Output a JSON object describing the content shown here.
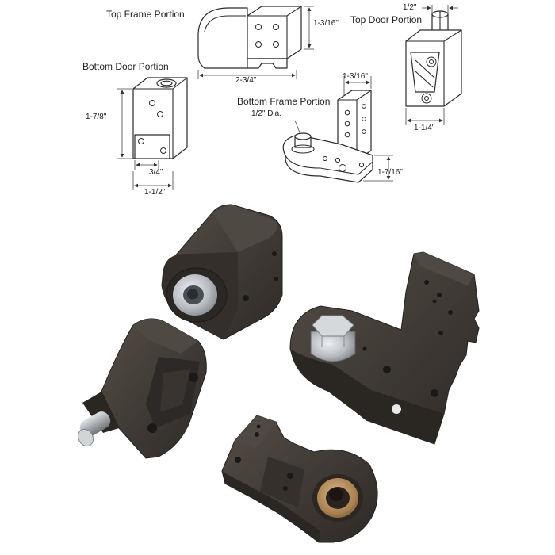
{
  "diagram": {
    "labels": {
      "top_frame": "Top Frame Portion",
      "top_door": "Top Door Portion",
      "bottom_door": "Bottom Door Portion",
      "bottom_frame": "Bottom Frame Portion"
    },
    "dims": {
      "tf_height": "1-3/16\"",
      "tf_width": "2-3/4\"",
      "td_top": "1/2\"",
      "td_bottom": "1-1/4\"",
      "bd_height": "1-7/8\"",
      "bd_inner": "3/4\"",
      "bd_width": "1-1/2\"",
      "bf_top": "1-3/16\"",
      "bf_pin": "1/2\" Dia.",
      "bf_side": "1-7/16\""
    }
  },
  "photo_colors": {
    "bronze": "#3d3833",
    "steel": "#c9ccd0",
    "bushing": "#b08a5a"
  }
}
